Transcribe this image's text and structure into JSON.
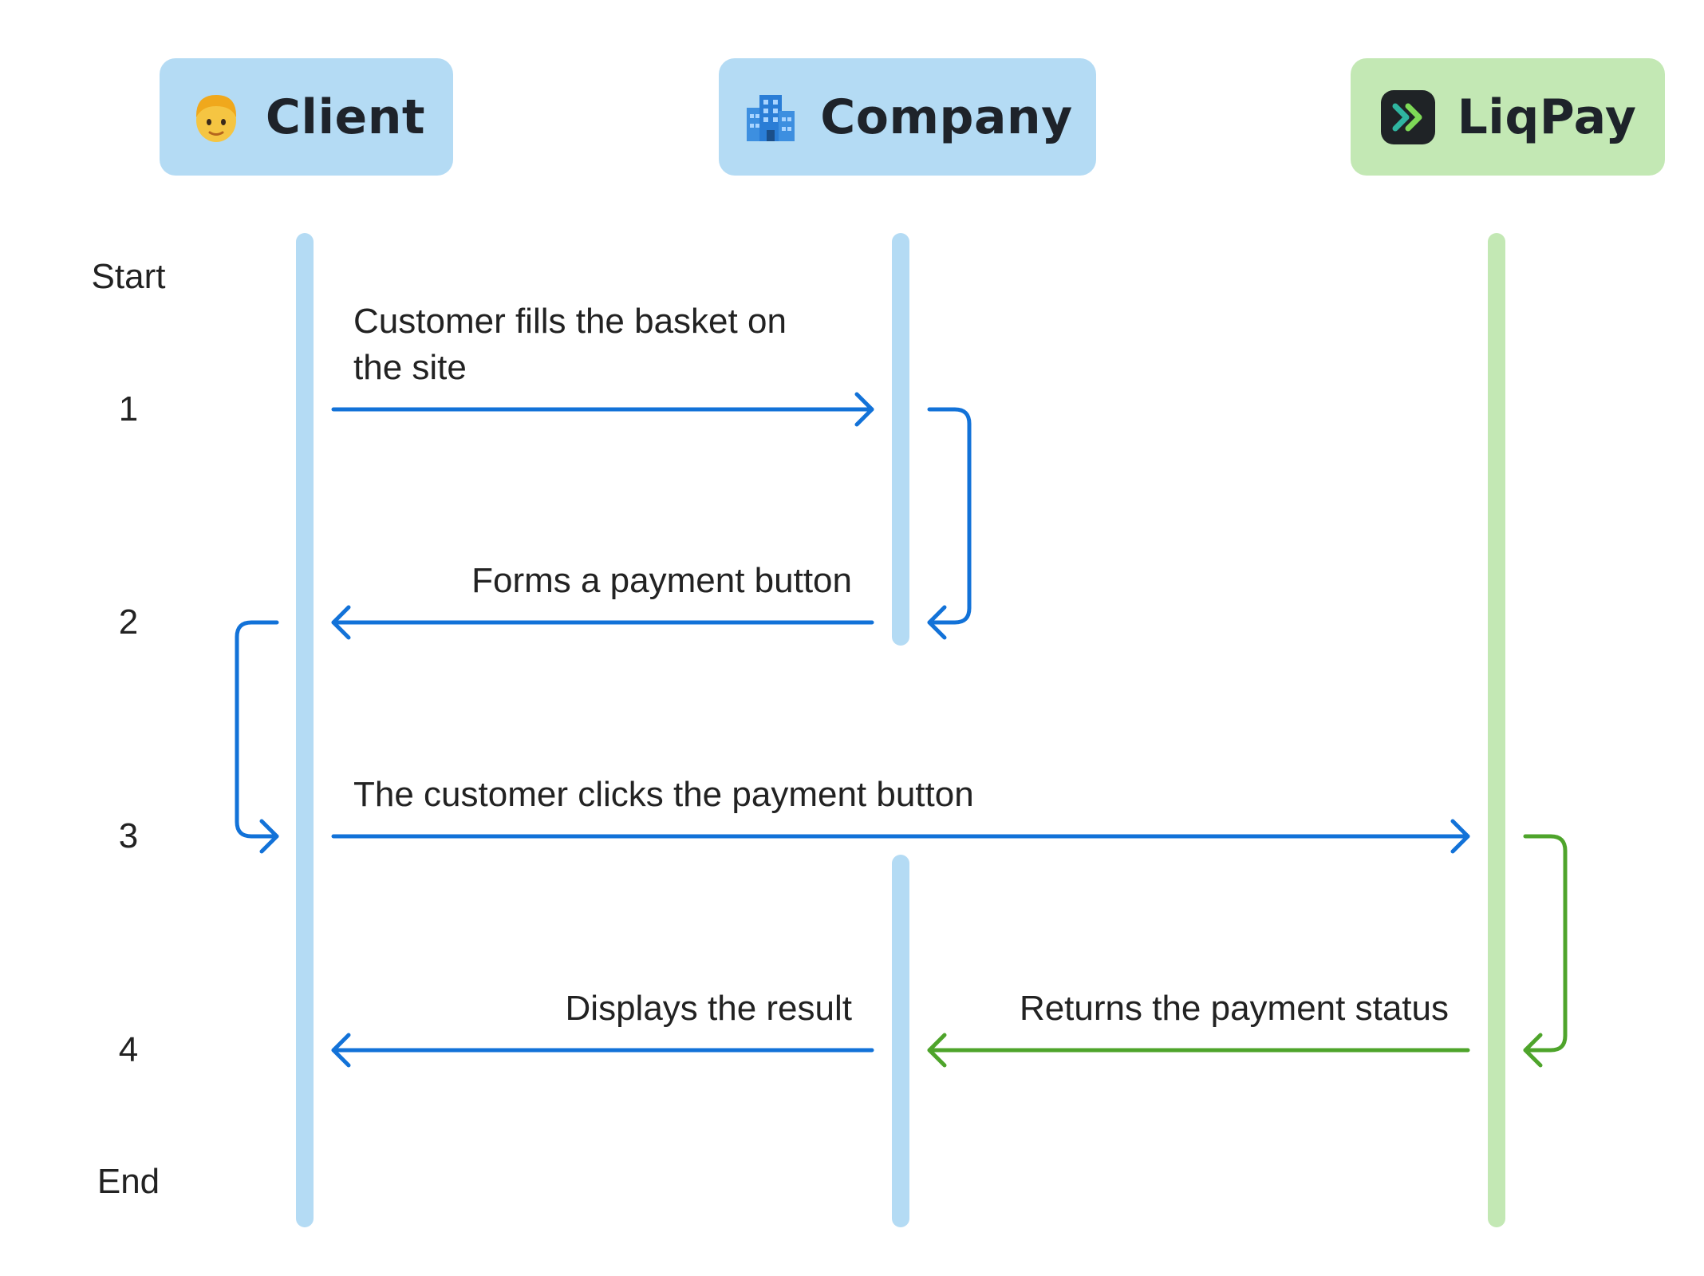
{
  "actors": {
    "client": {
      "label": "Client",
      "icon": "person-icon",
      "color": "#b4dbf4"
    },
    "company": {
      "label": "Company",
      "icon": "building-icon",
      "color": "#b4dbf4"
    },
    "liqpay": {
      "label": "LiqPay",
      "icon": "liqpay-logo-icon",
      "color": "#c3e8b4"
    }
  },
  "steps": {
    "start": "Start",
    "s1": "1",
    "s2": "2",
    "s3": "3",
    "s4": "4",
    "end": "End"
  },
  "messages": {
    "m1_line1": "Customer fills the basket on",
    "m1_line2": "the site",
    "m2": "Forms a payment button",
    "m3": "The customer clicks the payment button",
    "m4a": "Displays the result",
    "m4b": "Returns the payment status"
  },
  "colors": {
    "lane_blue": "#b4dbf4",
    "lane_green": "#c3e8b4",
    "arrow_blue": "#1272d8",
    "arrow_green": "#4ea42b"
  }
}
